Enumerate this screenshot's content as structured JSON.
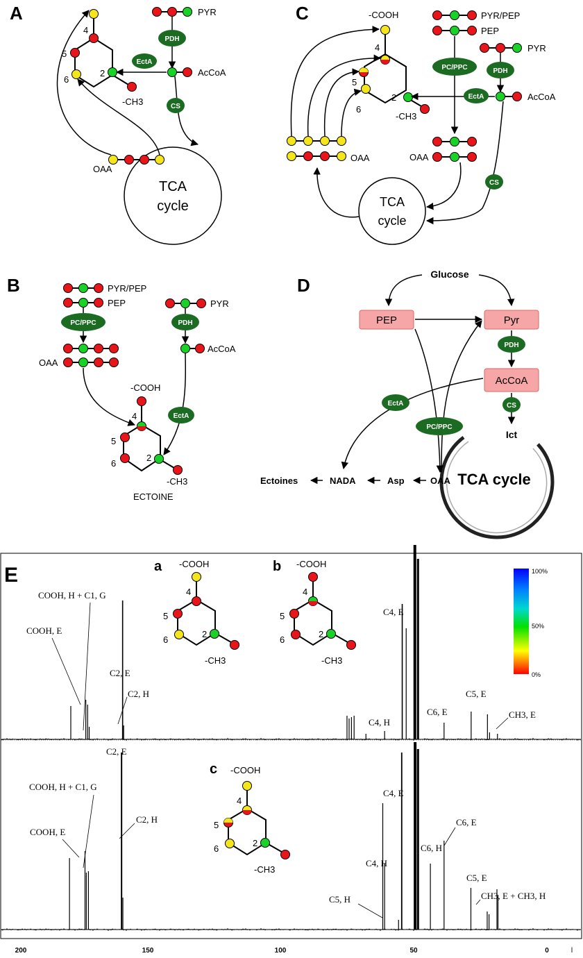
{
  "panels": {
    "A": "A",
    "B": "B",
    "C": "C",
    "D": "D",
    "E": "E"
  },
  "colors": {
    "red": "#e8151b",
    "yellow": "#f5e61c",
    "green": "#19d227",
    "enzyme": "#1c6b22",
    "box": "#f6a6a6",
    "box_stroke": "#d46a6a"
  },
  "A": {
    "pyr": "PYR",
    "pdh": "PDH",
    "acoa": "AcCoA",
    "ecta": "EctA",
    "cs": "CS",
    "ch3": "-CH3",
    "oaa": "OAA",
    "tca1": "TCA",
    "tca2": "cycle",
    "n4": "4",
    "n5": "5",
    "n6": "6",
    "n2": "2"
  },
  "B": {
    "pyrpep": "PYR/PEP",
    "pep": "PEP",
    "pcppc": "PC/PPC",
    "pdh": "PDH",
    "pyr": "PYR",
    "oaa": "OAA",
    "acoa": "AcCoA",
    "cooh": "-COOH",
    "ecta": "EctA",
    "ch3": "-CH3",
    "ectoine": "ECTOINE",
    "n4": "4",
    "n5": "5",
    "n6": "6",
    "n2": "2"
  },
  "C": {
    "cooh": "-COOH",
    "pyrpep": "PYR/PEP",
    "pep": "PEP",
    "pyr": "PYR",
    "pcppc": "PC/PPC",
    "pdh": "PDH",
    "ecta": "EctA",
    "acoa": "AcCoA",
    "ch3": "-CH3",
    "oaa": "OAA",
    "oaa2": "OAA",
    "cs": "CS",
    "tca1": "TCA",
    "tca2": "cycle",
    "n4": "4",
    "n5": "5",
    "n6": "6",
    "n2": "2"
  },
  "D": {
    "glucose": "Glucose",
    "pep": "PEP",
    "pyr": "Pyr",
    "pdh": "PDH",
    "acoa": "AcCoA",
    "cs": "CS",
    "ecta": "EctA",
    "pcppc": "PC/PPC",
    "ict": "Ict",
    "tca": "TCA cycle",
    "ectoines": "Ectoines",
    "nada": "NADA",
    "asp": "Asp",
    "oaa": "OAA"
  },
  "E": {
    "inset_a": "a",
    "inset_b": "b",
    "inset_c": "c",
    "cooh": "-COOH",
    "ch3": "-CH3",
    "n4": "4",
    "n5": "5",
    "n6": "6",
    "n2": "2",
    "scale_top": "100%",
    "scale_mid": "50%",
    "scale_bot": "0%",
    "top_labels": {
      "cooh_h_c1_g": "COOH, H + C1, G",
      "cooh_e": "COOH, E",
      "c2_e": "C2, E",
      "c2_h": "C2, H",
      "c4_e": "C4, E",
      "c4_h": "C4, H",
      "c6_e": "C6, E",
      "c5_e": "C5, E",
      "ch3_e": "CH3, E"
    },
    "bot_labels": {
      "c2_e": "C2, E",
      "cooh_h_c1_g": "COOH, H + C1, G",
      "c2_h": "C2, H",
      "cooh_e": "COOH, E",
      "c4_e": "C4, E",
      "c6_e": "C6, E",
      "c6_h": "C6, H",
      "c4_h": "C4, H",
      "c5_h": "C5, H",
      "c5_e": "C5, E",
      "ch3": "CH3, E + CH3, H"
    },
    "axis": {
      "ticks": [
        "200",
        "150",
        "100",
        "50",
        "0"
      ],
      "unit": "l"
    }
  }
}
